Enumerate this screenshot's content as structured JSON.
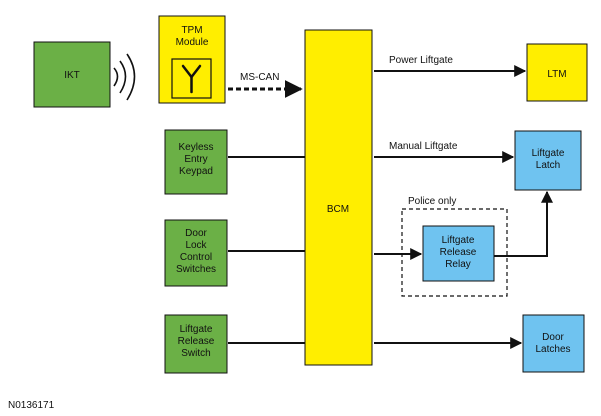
{
  "colors": {
    "green": "#6bb046",
    "yellow": "#ffee00",
    "blue": "#6fc3f0",
    "stroke": "#111111"
  },
  "nodes": {
    "ikt": {
      "lines": [
        "IKT"
      ]
    },
    "tpm": {
      "lines": [
        "TPM",
        "Module"
      ],
      "icon": "antenna-icon"
    },
    "keyless": {
      "lines": [
        "Keyless",
        "Entry",
        "Keypad"
      ]
    },
    "door_lock": {
      "lines": [
        "Door",
        "Lock",
        "Control",
        "Switches"
      ]
    },
    "liftgate_switch": {
      "lines": [
        "Liftgate",
        "Release",
        "Switch"
      ]
    },
    "bcm": {
      "lines": [
        "BCM"
      ]
    },
    "ltm": {
      "lines": [
        "LTM"
      ]
    },
    "liftgate_latch": {
      "lines": [
        "Liftgate",
        "Latch"
      ]
    },
    "release_relay": {
      "lines": [
        "Liftgate",
        "Release",
        "Relay"
      ]
    },
    "door_latches": {
      "lines": [
        "Door",
        "Latches"
      ]
    }
  },
  "edges": {
    "ms_can": "MS-CAN",
    "power_liftgate": "Power Liftgate",
    "manual_liftgate": "Manual Liftgate"
  },
  "group_label": "Police only",
  "reference": "N0136171"
}
